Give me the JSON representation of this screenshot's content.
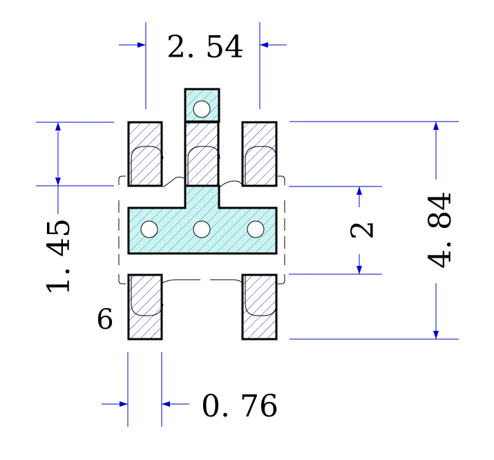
{
  "dimensions": {
    "pitch": "2. 54",
    "pad_height": "1. 45",
    "pad_spacing": "2",
    "overall_height": "4. 84",
    "pad_width": "0. 76"
  },
  "pin_label": "6",
  "colors": {
    "dimension_line": "#0000cc",
    "outline": "#000000",
    "pad_hatch": "#2222aa",
    "metal_fill": "#ccf2f2",
    "metal_hatch": "#22aaaa"
  }
}
